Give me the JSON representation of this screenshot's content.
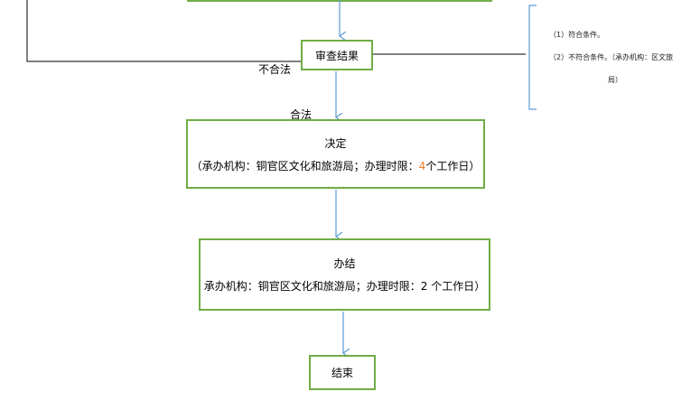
{
  "review": {
    "title": "审查结果"
  },
  "labels": {
    "illegal": "不合法",
    "legal": "合法"
  },
  "decision": {
    "title": "决定",
    "detail_open": "（承办机构：铜官区文化和旅游局；办理时限：",
    "days": "4",
    "detail_close": "个工作日）"
  },
  "completion": {
    "title": "办结",
    "detail": "承办机构：铜官区文化和旅游局；办理时限：2 个工作日）"
  },
  "end": {
    "title": "结束"
  },
  "notes": {
    "line1": "（1）符合条件。",
    "line2": "（2）不符合条件。（承办机构：区文旅",
    "line3": "局）"
  },
  "colors": {
    "box_border": "#70ad47",
    "arrow": "#5b9bd5",
    "line": "#000000",
    "bracket": "#5b9bd5",
    "days_highlight": "#ed7d31"
  }
}
